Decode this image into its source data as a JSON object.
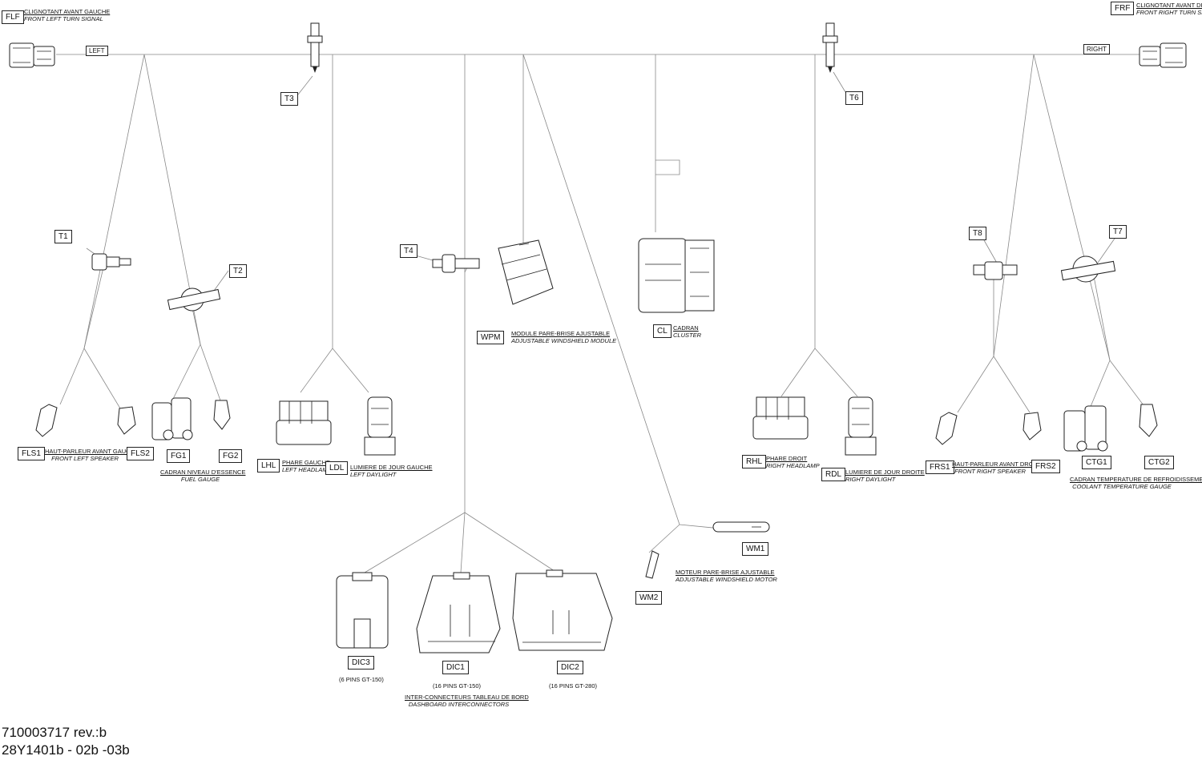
{
  "connectors": {
    "flf": {
      "code": "FLF",
      "fr": "CLIGNOTANT AVANT GAUCHE",
      "en": "FRONT LEFT TURN SIGNAL"
    },
    "frf": {
      "code": "FRF",
      "fr": "CLIGNOTANT AVANT DROIT",
      "en": "FRONT RIGHT TURN SIGNAL"
    },
    "t1": "T1",
    "t2": "T2",
    "t3": "T3",
    "t4": "T4",
    "t6": "T6",
    "t7": "T7",
    "t8": "T8",
    "wpm": {
      "code": "WPM",
      "fr": "MODULE PARE-BRISE AJUSTABLE",
      "en": "ADJUSTABLE WINDSHIELD MODULE"
    },
    "cl": {
      "code": "CL",
      "fr": "CADRAN",
      "en": "CLUSTER"
    },
    "fls1": "FLS1",
    "fls2": "FLS2",
    "fls_label": {
      "fr": "HAUT-PARLEUR AVANT GAUCHE",
      "en": "FRONT LEFT SPEAKER"
    },
    "fg1": "FG1",
    "fg2": "FG2",
    "fg_label": {
      "fr": "CADRAN NIVEAU D'ESSENCE",
      "en": "FUEL GAUGE"
    },
    "lhl": {
      "code": "LHL",
      "fr": "PHARE GAUCHE",
      "en": "LEFT HEADLAMP"
    },
    "ldl": {
      "code": "LDL",
      "fr": "LUMIERE DE JOUR GAUCHE",
      "en": "LEFT DAYLIGHT"
    },
    "rhl": {
      "code": "RHL",
      "fr": "PHARE DROIT",
      "en": "RIGHT HEADLAMP"
    },
    "rdl": {
      "code": "RDL",
      "fr": "LUMIERE DE JOUR DROITE",
      "en": "RIGHT DAYLIGHT"
    },
    "frs1": "FRS1",
    "frs2": "FRS2",
    "frs_label": {
      "fr": "HAUT-PARLEUR AVANT DROIT",
      "en": "FRONT RIGHT SPEAKER"
    },
    "ctg1": "CTG1",
    "ctg2": "CTG2",
    "ctg_label": {
      "fr": "CADRAN TEMPERATURE DE REFROIDISSEMENT",
      "en": "COOLANT TEMPERATURE GAUGE"
    },
    "wm1": "WM1",
    "wm2": "WM2",
    "wm_label": {
      "fr": "MOTEUR PARE-BRISE AJUSTABLE",
      "en": "ADJUSTABLE WINDSHIELD MOTOR"
    },
    "dic1": {
      "code": "DIC1",
      "pins": "(16 PINS GT-150)"
    },
    "dic2": {
      "code": "DIC2",
      "pins": "(16 PINS GT-280)"
    },
    "dic3": {
      "code": "DIC3",
      "pins": "(6 PINS GT-150)"
    },
    "dic_label": {
      "fr": "INTER-CONNECTEURS TABLEAU DE BORD",
      "en": "DASHBOARD INTERCONNECTORS"
    }
  },
  "side_tags": {
    "left": "LEFT",
    "right": "RIGHT"
  },
  "footer": {
    "part_number": "710003717 rev.:b",
    "model_code": "28Y1401b - 02b -03b"
  }
}
